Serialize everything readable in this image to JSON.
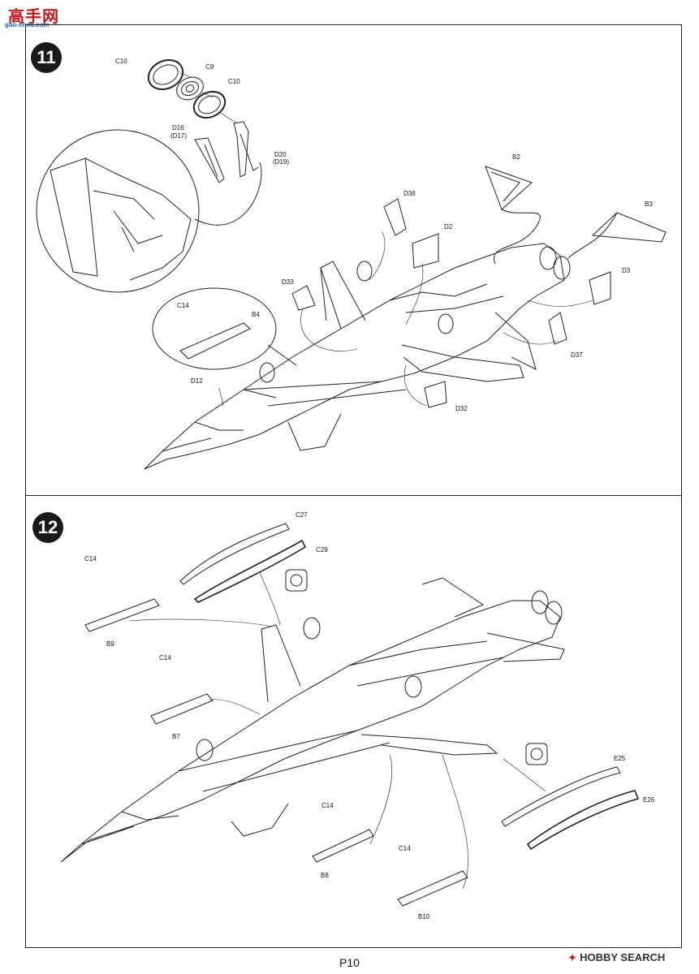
{
  "logo": {
    "chinese": "高手网",
    "url": "gao-shou.com"
  },
  "steps": {
    "step11": "11",
    "step12": "12"
  },
  "page_number": "P10",
  "watermark": "HOBBY SEARCH",
  "step11_parts": {
    "c10_top": "C10",
    "c9": "C9",
    "c10_mid": "C10",
    "d16": "D16",
    "d17": "(D17)",
    "d20": "D20",
    "d19": "(D19)",
    "b2": "B2",
    "b3": "B3",
    "d36": "D36",
    "d2": "D2",
    "d3": "D3",
    "d33": "D33",
    "d37": "D37",
    "c14": "C14",
    "b4": "B4",
    "d12": "D12",
    "d32": "D32"
  },
  "step12_parts": {
    "c27": "C27",
    "c29": "C29",
    "c14_a": "C14",
    "b9": "B9",
    "c14_b": "C14",
    "b7": "B7",
    "c14_c": "C14",
    "b8": "B8",
    "c14_d": "C14",
    "b10": "B10",
    "e25": "E25",
    "e26": "E26"
  }
}
